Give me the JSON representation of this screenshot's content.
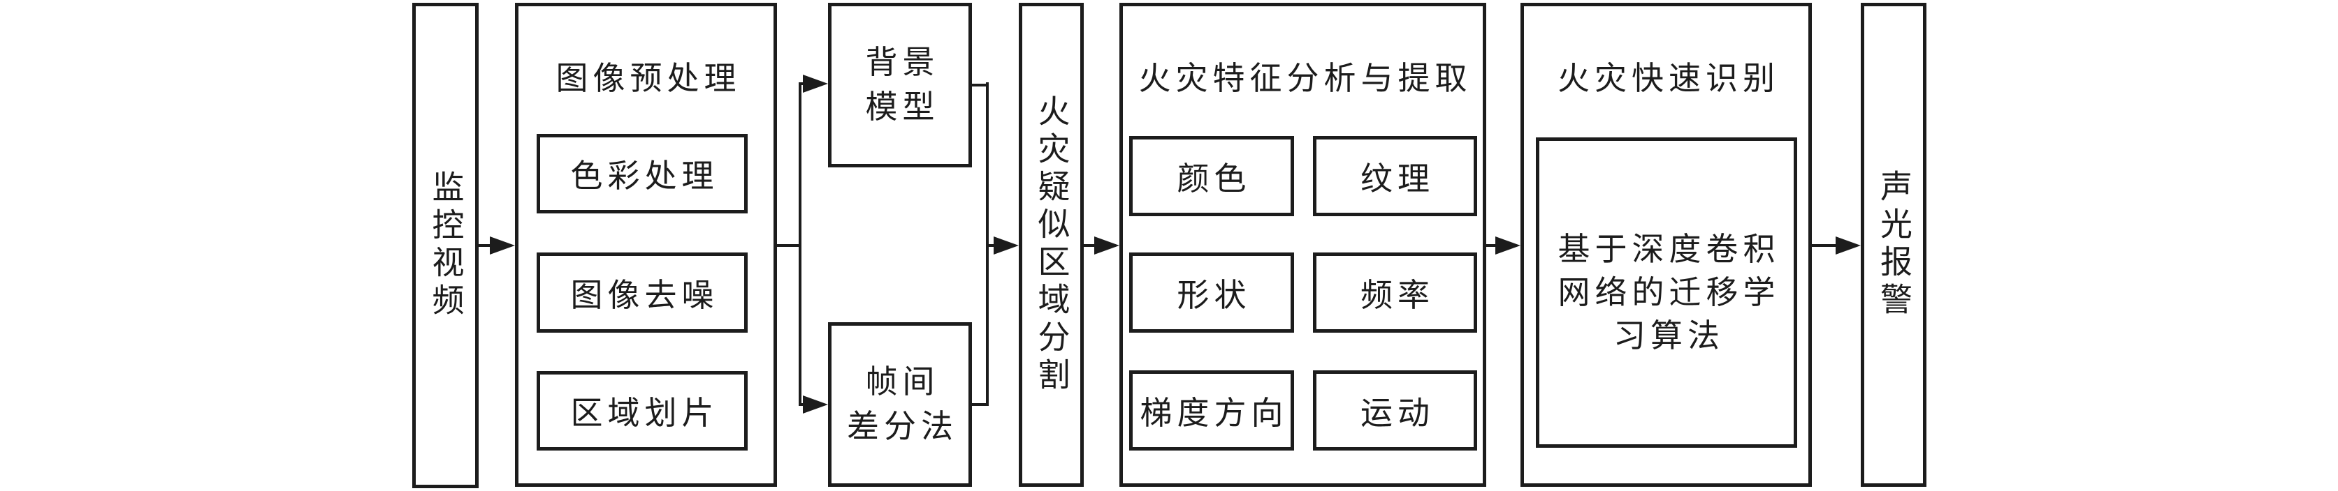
{
  "figure": {
    "type": "flowchart",
    "background_color": "#ffffff",
    "line_color": "#1c1c1c"
  },
  "nodes": {
    "source": {
      "label": "监控视频"
    },
    "preprocessing": {
      "title": "图像预处理",
      "items": [
        "色彩处理",
        "图像去噪",
        "区域划片"
      ]
    },
    "background_model": {
      "lines": [
        "背景",
        "模型"
      ]
    },
    "frame_difference": {
      "lines": [
        "帧间",
        "差分法"
      ]
    },
    "segmentation": {
      "label": "火灾疑似区域分割"
    },
    "feature_extraction": {
      "title": "火灾特征分析与提取",
      "items": [
        "颜色",
        "纹理",
        "形状",
        "频率",
        "梯度方向",
        "运动"
      ]
    },
    "recognition": {
      "title": "火灾快速识别",
      "algorithm_lines": [
        "基于深度卷积",
        "网络的迁移学",
        "习算法"
      ]
    },
    "alarm": {
      "label": "声光报警"
    }
  }
}
